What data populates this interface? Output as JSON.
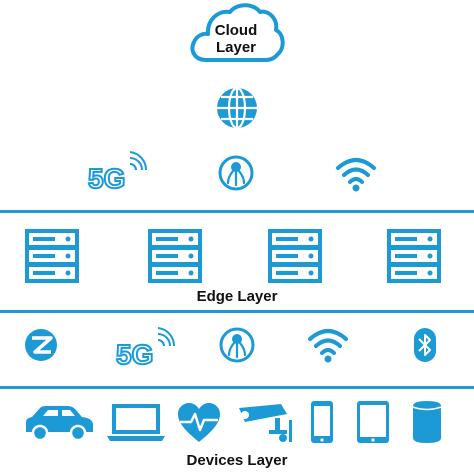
{
  "cloud": {
    "line1": "Cloud",
    "line2": "Layer",
    "icon": "cloud-icon"
  },
  "edge": {
    "label": "Edge Layer"
  },
  "devices": {
    "label": "Devices Layer"
  },
  "icons": {
    "top_row": [
      "5g-icon",
      "sensor-icon",
      "wifi-icon"
    ],
    "servers": [
      "server-rack-icon",
      "server-rack-icon",
      "server-rack-icon",
      "server-rack-icon"
    ],
    "connectivity": [
      "zigbee-icon",
      "5g-icon",
      "sensor-icon",
      "wifi-icon",
      "bluetooth-icon"
    ],
    "devices": [
      "car-icon",
      "laptop-icon",
      "heart-icon",
      "camera-icon",
      "phone-icon",
      "tablet-icon",
      "smart-speaker-icon"
    ]
  },
  "colors": {
    "accent": "#1b9ad6",
    "text": "#111111"
  }
}
